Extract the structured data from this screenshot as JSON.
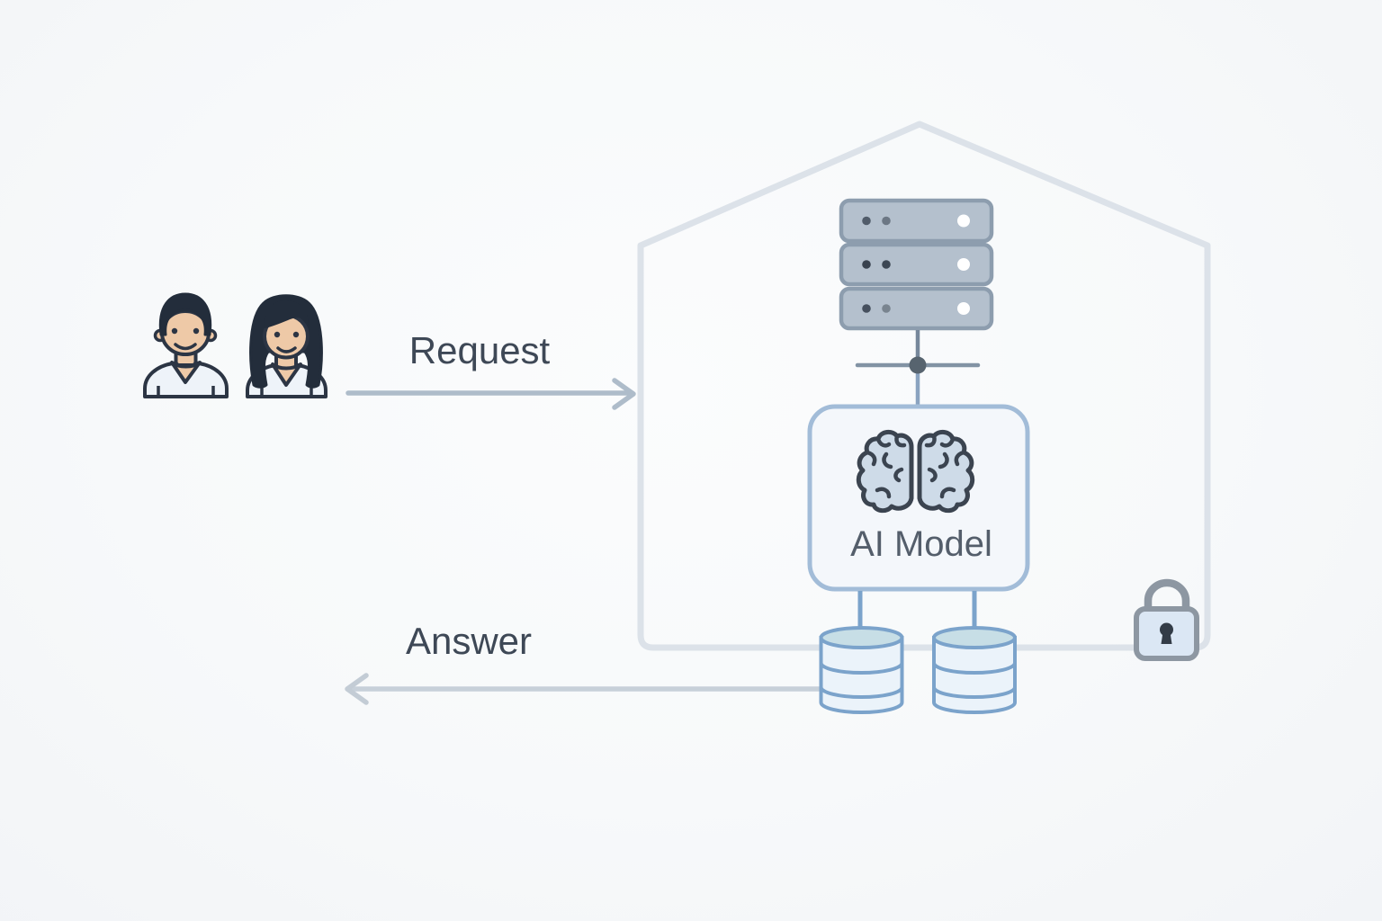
{
  "diagram": {
    "flow": {
      "request_label": "Request",
      "answer_label": "Answer"
    },
    "ai_model": {
      "label": "AI Model"
    },
    "icons": [
      {
        "name": "users-icon",
        "meaning": "two end users (man and woman)"
      },
      {
        "name": "server-stack-icon",
        "meaning": "three-tier server rack"
      },
      {
        "name": "network-node-icon",
        "meaning": "network junction between server and model"
      },
      {
        "name": "brain-icon",
        "meaning": "AI model brain"
      },
      {
        "name": "database-icon",
        "meaning": "data store cylinder",
        "count": 2
      },
      {
        "name": "lock-icon",
        "meaning": "security / privacy padlock"
      },
      {
        "name": "house-outline-icon",
        "meaning": "secure on-premise boundary"
      }
    ],
    "colors": {
      "background": "#f7f8fa",
      "label_text": "#3e4856",
      "box_label_text": "#545e6b",
      "request_arrow": "#aebcca",
      "answer_arrow": "#c7d0d9",
      "house_outline": "#dce2e9",
      "server_fill": "#b4c0cd",
      "server_border": "#8d9dae",
      "network_line": "#8293a4",
      "network_node": "#57646f",
      "model_link_line": "#8aa3c0",
      "ai_box_border": "#a2bcd8",
      "ai_box_fill": "#f4f7fb",
      "brain_stroke": "#3b4450",
      "brain_fill": "#cedbe8",
      "database_stroke": "#7ba3cb",
      "database_fill": "#ebf3fa",
      "database_top_fill": "#c7dee6",
      "lock_stroke": "#8d97a2",
      "lock_fill": "#dbe7f4",
      "keyhole": "#333c47",
      "people_outline": "#2c3544",
      "skin": "#eec9a7",
      "hair": "#232d3b",
      "shirt": "#eef3f9"
    }
  }
}
